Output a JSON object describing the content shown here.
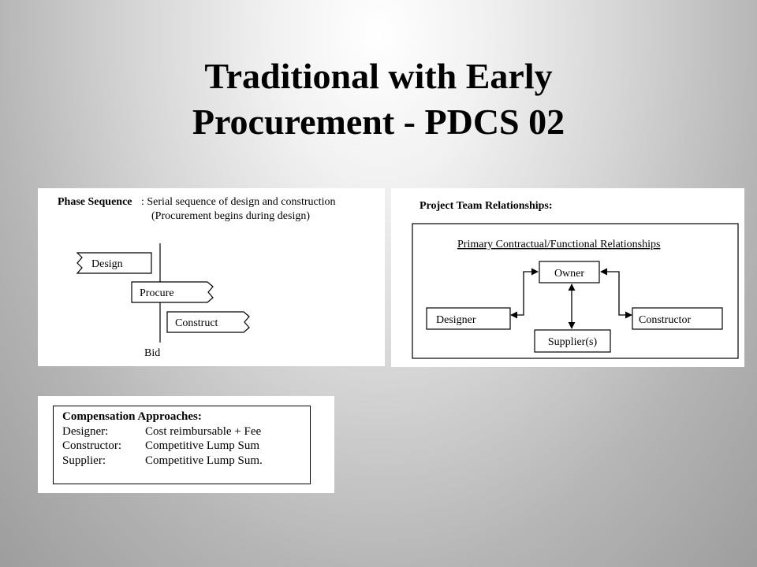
{
  "title": {
    "line1": "Traditional with Early",
    "line2": "Procurement - PDCS 02"
  },
  "phase": {
    "heading": "Phase Sequence",
    "desc_line1": ":  Serial sequence of design and construction",
    "desc_line2": "(Procurement begins during design)",
    "bars": [
      "Design",
      "Procure",
      "Construct"
    ],
    "divider_label": "Bid"
  },
  "team": {
    "heading": "Project Team Relationships:",
    "subheading": "Primary Contractual/Functional Relationships",
    "nodes": {
      "owner": "Owner",
      "designer": "Designer",
      "constructor": "Constructor",
      "supplier": "Supplier(s)"
    }
  },
  "compensation": {
    "heading": "Compensation Approaches:",
    "rows": [
      {
        "role": "Designer:",
        "approach": "Cost reimbursable + Fee"
      },
      {
        "role": "Constructor:",
        "approach": "Competitive Lump Sum"
      },
      {
        "role": "Supplier:",
        "approach": "Competitive Lump Sum."
      }
    ]
  }
}
